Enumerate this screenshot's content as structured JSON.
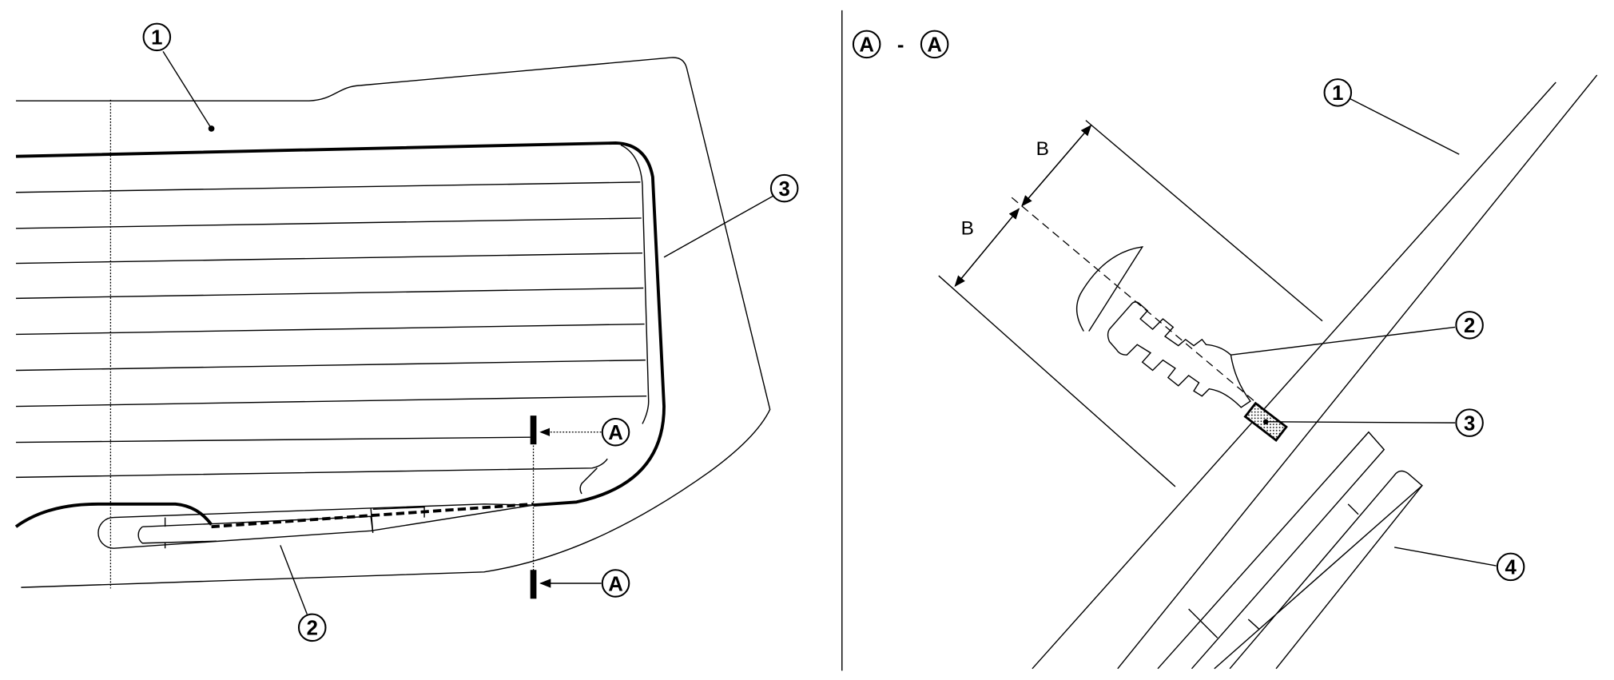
{
  "overall_view": {
    "callouts": [
      "1",
      "2",
      "3"
    ],
    "section_marker": "A"
  },
  "section_view": {
    "title_left": "A",
    "title_separator": "-",
    "title_right": "A",
    "callouts": [
      "1",
      "2",
      "3",
      "4"
    ],
    "dimension_labels": [
      "B",
      "B"
    ]
  }
}
